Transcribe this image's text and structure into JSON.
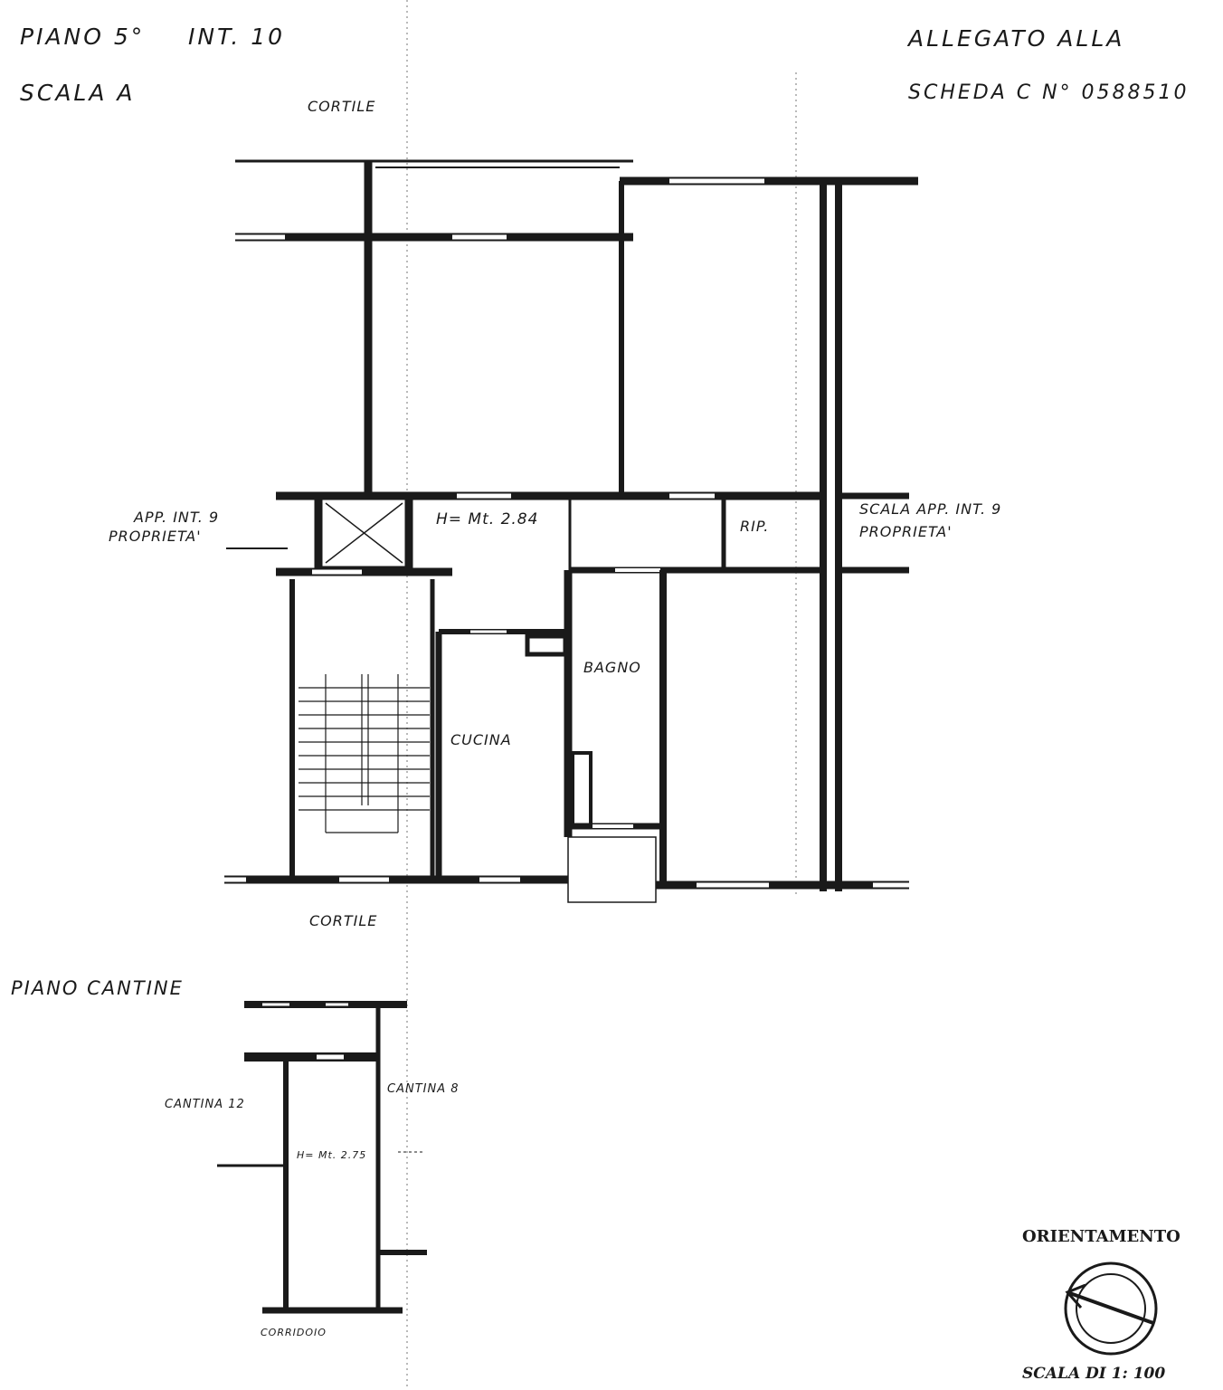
{
  "header": {
    "floor": "PIANO 5°",
    "interior": "INT. 10",
    "stair": "SCALA A",
    "attachment_line1": "ALLEGATO ALLA",
    "attachment_line2": "SCHEDA C N° 0588510"
  },
  "floor_plan": {
    "courtyard_top": "CORTILE",
    "courtyard_bottom": "CORTILE",
    "left_neighbor": {
      "line1": "APP. INT. 9",
      "line2": "PROPRIETA'"
    },
    "right_neighbor": {
      "line1": "SCALA APP. INT. 9",
      "line2": "PROPRIETA'"
    },
    "height": "H= Mt. 2.84",
    "rooms": {
      "storage": "RIP.",
      "bathroom": "BAGNO",
      "kitchen": "CUCINA"
    }
  },
  "cellar": {
    "title": "PIANO CANTINE",
    "left": "CANTINA 12",
    "right": "CANTINA 8",
    "height": "H= Mt. 2.75",
    "corridor": "CORRIDOIO"
  },
  "orientation": {
    "title": "ORIENTAMENTO",
    "scale": "SCALA DI 1: 100",
    "icon": "compass-north-arrow"
  },
  "colors": {
    "ink": "#1a1a1a",
    "paper": "#ffffff"
  }
}
